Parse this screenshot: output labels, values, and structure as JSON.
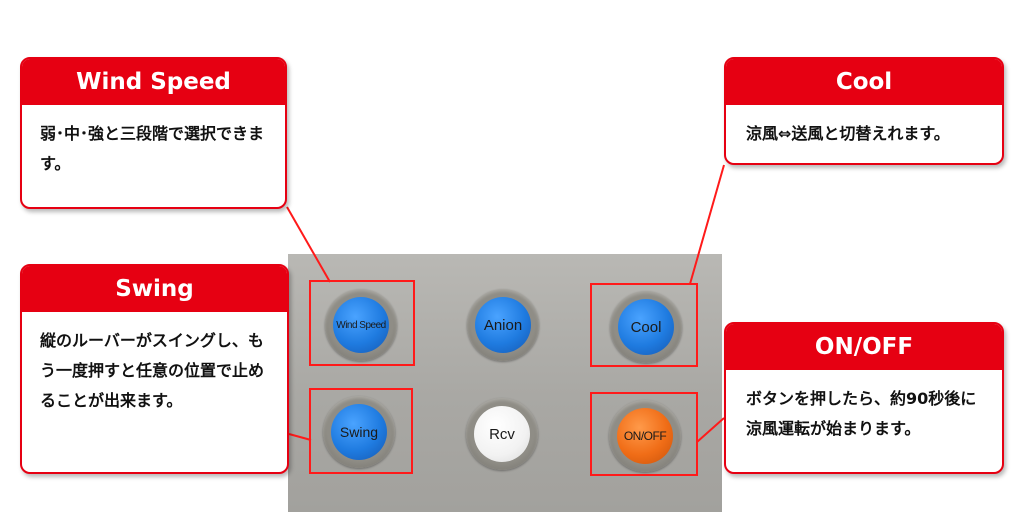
{
  "colors": {
    "accent": "#e60012",
    "highlight": "#ff1a1a",
    "button_blue": "#1f7be0",
    "button_orange": "#f06d17"
  },
  "buttons": {
    "wind_speed": "Wind Speed",
    "anion": "Anion",
    "cool": "Cool",
    "swing": "Swing",
    "rcv": "Rcv",
    "on_off": "ON/OFF"
  },
  "callouts": {
    "wind_speed": {
      "title": "Wind Speed",
      "text": "弱･中･強と三段階で選択できます。"
    },
    "swing": {
      "title": "Swing",
      "text": "縦のルーバーがスイングし、もう一度押すと任意の位置で止めることが出来ます。"
    },
    "cool": {
      "title": "Cool",
      "text": "涼風⇔送風と切替えれます。"
    },
    "on_off": {
      "title": "ON/OFF",
      "text": "ボタンを押したら、約90秒後に涼風運転が始まります。"
    }
  }
}
